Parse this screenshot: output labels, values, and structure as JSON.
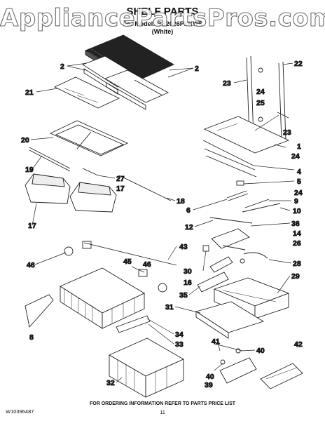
{
  "watermark": "AppliancePartsPros.com",
  "header": {
    "title": "SHELF PARTS",
    "model_line": "For Model: GS2026PEKW5",
    "color_line": "(White)"
  },
  "callouts": [
    "2",
    "2",
    "21",
    "22",
    "23",
    "24",
    "25",
    "23",
    "24",
    "1",
    "20",
    "19",
    "27",
    "4",
    "5",
    "24",
    "18",
    "17",
    "17",
    "9",
    "6",
    "10",
    "12",
    "36",
    "14",
    "26",
    "43",
    "46",
    "45",
    "46",
    "30",
    "28",
    "16",
    "29",
    "35",
    "31",
    "8",
    "34",
    "33",
    "41",
    "40",
    "42",
    "40",
    "39",
    "32"
  ],
  "footer": {
    "doc_number": "W10396487",
    "note": "FOR ORDERING INFORMATION REFER TO PARTS PRICE LIST",
    "page": "11"
  }
}
